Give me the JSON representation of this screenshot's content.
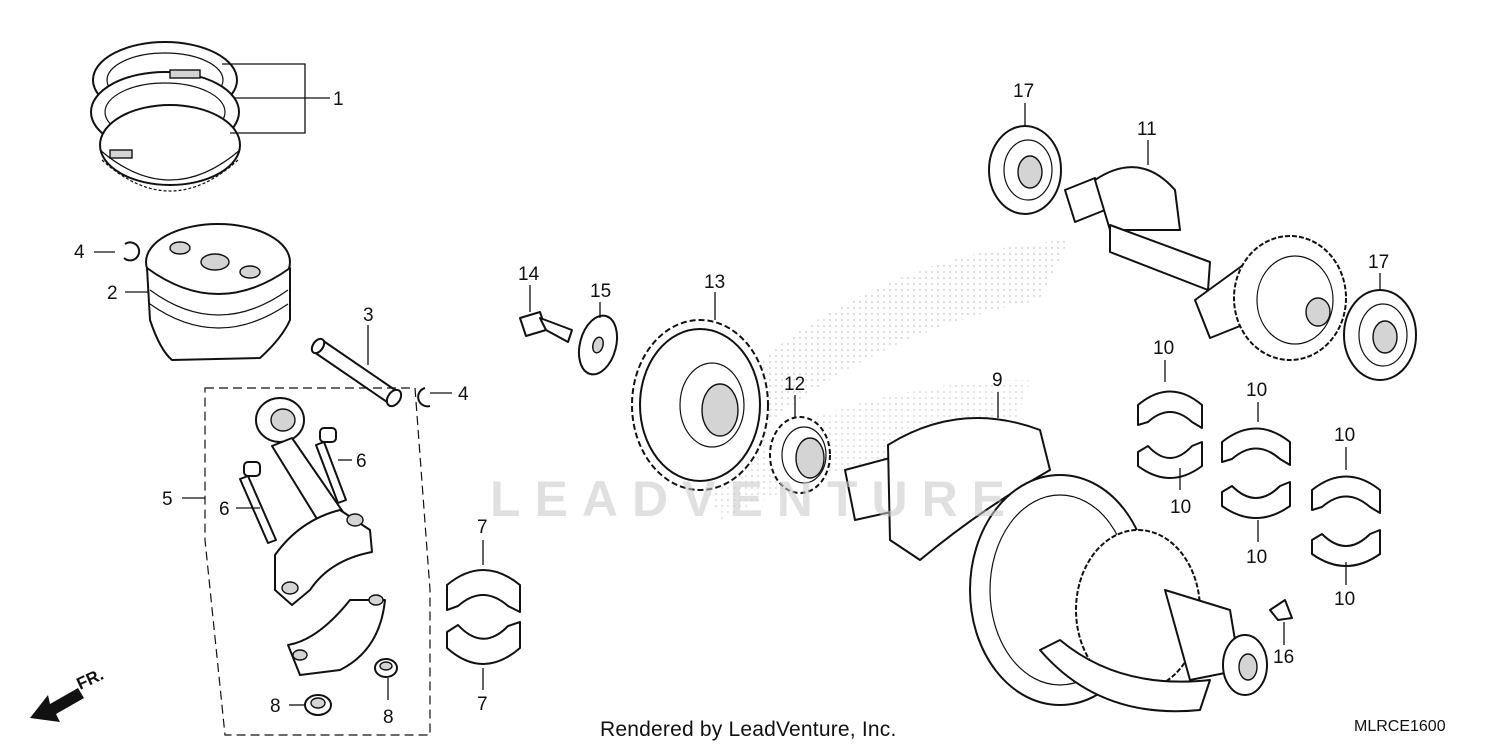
{
  "diagram": {
    "callouts": [
      {
        "id": "c1",
        "text": "1"
      },
      {
        "id": "c2",
        "text": "2"
      },
      {
        "id": "c3",
        "text": "3"
      },
      {
        "id": "c4a",
        "text": "4"
      },
      {
        "id": "c4b",
        "text": "4"
      },
      {
        "id": "c5",
        "text": "5"
      },
      {
        "id": "c6a",
        "text": "6"
      },
      {
        "id": "c6b",
        "text": "6"
      },
      {
        "id": "c7a",
        "text": "7"
      },
      {
        "id": "c7b",
        "text": "7"
      },
      {
        "id": "c8a",
        "text": "8"
      },
      {
        "id": "c8b",
        "text": "8"
      },
      {
        "id": "c9",
        "text": "9"
      },
      {
        "id": "c10a",
        "text": "10"
      },
      {
        "id": "c10b",
        "text": "10"
      },
      {
        "id": "c10c",
        "text": "10"
      },
      {
        "id": "c10d",
        "text": "10"
      },
      {
        "id": "c10e",
        "text": "10"
      },
      {
        "id": "c10f",
        "text": "10"
      },
      {
        "id": "c11",
        "text": "11"
      },
      {
        "id": "c12",
        "text": "12"
      },
      {
        "id": "c13",
        "text": "13"
      },
      {
        "id": "c14",
        "text": "14"
      },
      {
        "id": "c15",
        "text": "15"
      },
      {
        "id": "c16",
        "text": "16"
      },
      {
        "id": "c17a",
        "text": "17"
      },
      {
        "id": "c17b",
        "text": "17"
      }
    ],
    "direction_label": "FR.",
    "watermark": "LEADVENTURE",
    "render_credit": "Rendered by LeadVenture, Inc.",
    "diagram_code": "MLRCE1600"
  }
}
